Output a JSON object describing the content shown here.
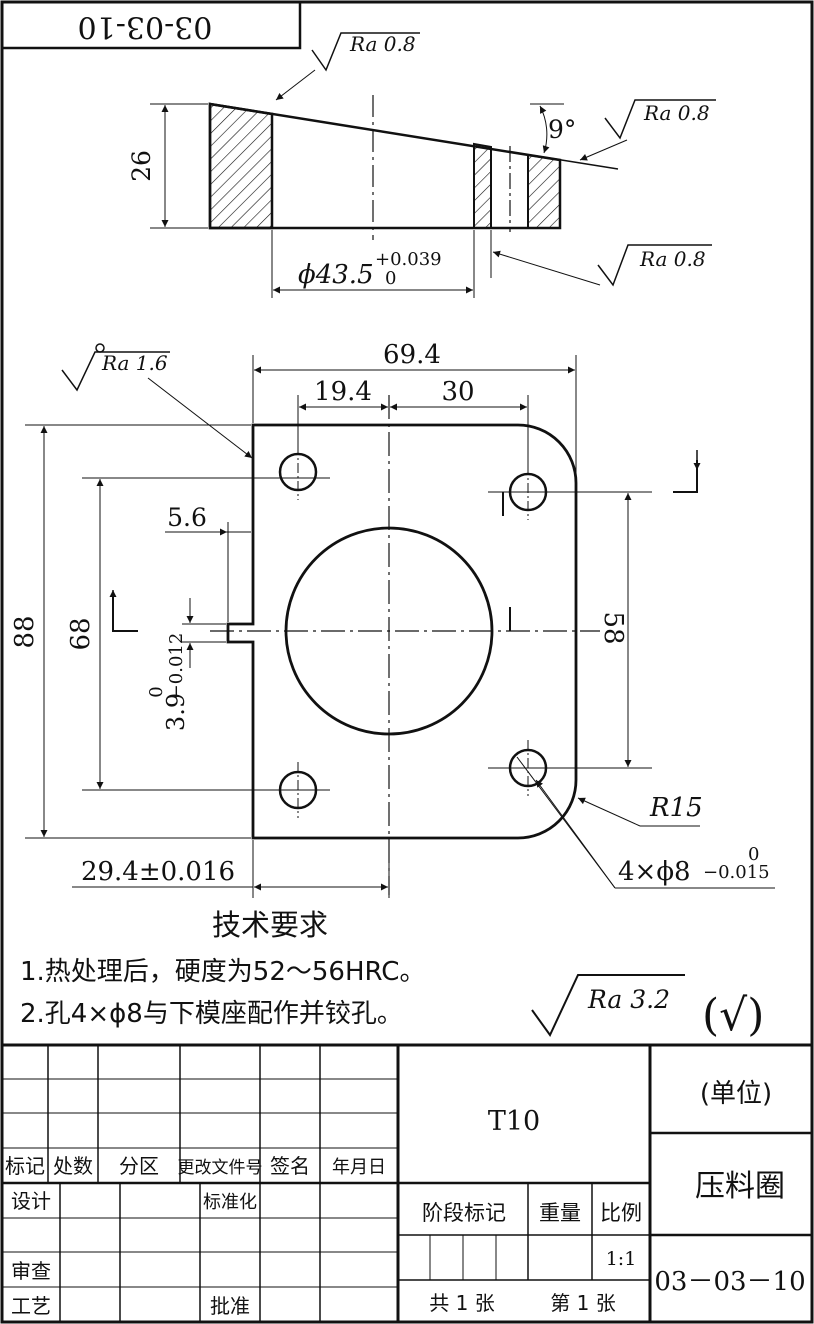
{
  "drawing_number_rotated": "03-03-10",
  "roughness_ra08": "Ra 0.8",
  "roughness_ra16": "Ra 1.6",
  "roughness_ra32": "Ra 3.2",
  "roughness_other_mark": "(√)",
  "section_view": {
    "dim_height": "26",
    "dim_angle": "9°",
    "dim_diameter": "ϕ43.5",
    "dim_diameter_tol_upper": "+0.039",
    "dim_diameter_tol_lower": "0"
  },
  "plan_view": {
    "dim_overall_width": "69.4",
    "dim_hole_left": "19.4",
    "dim_hole_right": "30",
    "dim_slot_width": "5.6",
    "dim_overall_height": "88",
    "dim_hole_pitch_left": "68",
    "dim_slot_depth": "3.9",
    "dim_slot_depth_tol_upper": "0",
    "dim_slot_depth_tol_lower": "−0.012",
    "dim_hole_pitch_right": "58",
    "dim_radius": "R15",
    "dim_holes": "4×ϕ8",
    "dim_holes_tol_upper": "0",
    "dim_holes_tol_lower": "−0.015",
    "dim_base_offset": "29.4±0.016"
  },
  "notes": {
    "title": "技术要求",
    "line1": "1.热处理后，硬度为52～56HRC。",
    "line2": "2.孔4×ϕ8与下模座配作并铰孔。"
  },
  "title_block": {
    "col_mark": "标记",
    "col_count": "处数",
    "col_zone": "分区",
    "col_change_doc": "更改文件号",
    "col_sign": "签名",
    "col_date": "年月日",
    "design": "设计",
    "standardization": "标准化",
    "review": "审查",
    "process": "工艺",
    "approve": "批准",
    "material": "T10",
    "unit": "(单位)",
    "part_name": "压料圈",
    "stage_mark": "阶段标记",
    "weight": "重量",
    "scale": "比例",
    "scale_value": "1:1",
    "total_sheets": "共 1 张",
    "sheet_no": "第 1 张",
    "drawing_number": "03－03－10"
  }
}
